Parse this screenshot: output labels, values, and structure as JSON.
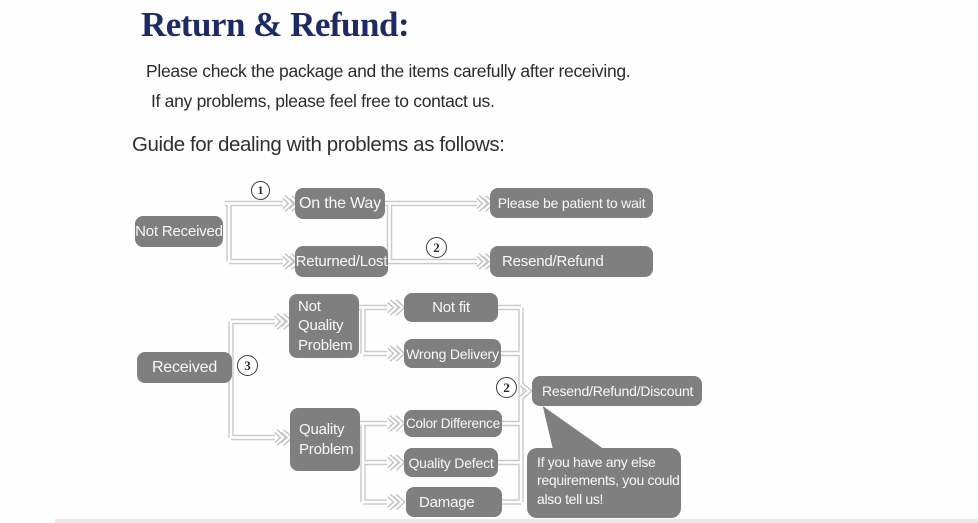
{
  "header": {
    "title": "Return & Refund:",
    "intro_line1": "Please check the package and the items carefully after receiving.",
    "intro_line2": "If any problems, please feel free to contact us.",
    "guide_heading": "Guide for dealing with problems as follows:"
  },
  "colors": {
    "title_navy": "#1d2a66",
    "node_gray": "#7f7f7f",
    "connector_gray": "#cbcbcb",
    "body_text": "#2a2a2a"
  },
  "flowchart": {
    "nodes": {
      "not_received": "Not Received",
      "on_the_way": "On the Way",
      "please_wait": "Please be patient to wait",
      "returned_lost": "Returned/Lost",
      "resend_refund": "Resend/Refund",
      "received": "Received",
      "not_quality_problem": "Not Quality Problem",
      "not_fit": "Not fit",
      "wrong_delivery": "Wrong Delivery",
      "quality_problem": "Quality Problem",
      "color_difference": "Color Difference",
      "quality_defect": "Quality Defect",
      "damage": "Damage",
      "resend_refund_discount": "Resend/Refund/Discount"
    },
    "step_markers": {
      "step1": "1",
      "step2_top": "2",
      "step3": "3",
      "step2_bottom": "2"
    },
    "bubble": {
      "line1": "If you have any else",
      "line2": "requirements, you could",
      "line3": "also tell us!"
    }
  }
}
